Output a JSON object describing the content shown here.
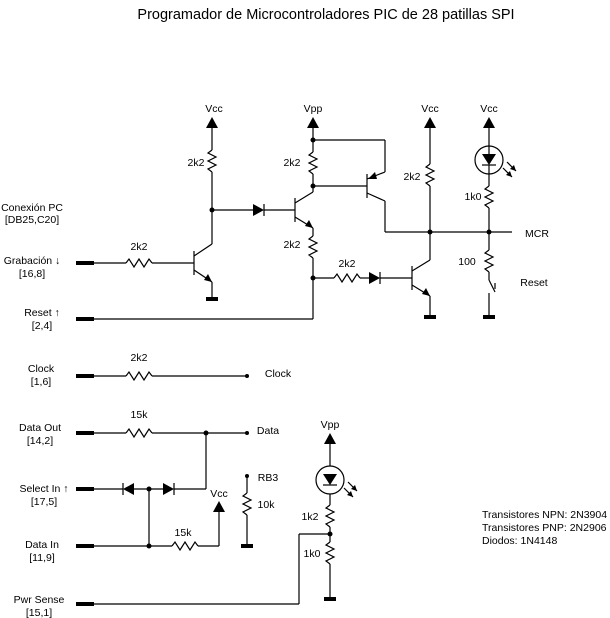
{
  "title": "Programador de Microcontroladores PIC de 28 patillas SPI",
  "supplies": {
    "vcc": "Vcc",
    "vpp": "Vpp"
  },
  "resistors": {
    "r_2k2": "2k2",
    "r_15k": "15k",
    "r_1k0": "1k0",
    "r_1k2": "1k2",
    "r_10k": "10k",
    "r_100": "100"
  },
  "inputs": {
    "header_line1": "Conexión PC",
    "header_line2": "[DB25,C20]",
    "grabacion": "Grabación ↓",
    "grabacion_pins": "[16,8]",
    "reset": "Reset ↑",
    "reset_pins": "[2,4]",
    "clock": "Clock",
    "clock_pins": "[1,6]",
    "data_out": "Data Out",
    "data_out_pins": "[14,2]",
    "select_in": "Select In ↑",
    "select_in_pins": "[17,5]",
    "data_in": "Data In",
    "data_in_pins": "[11,9]",
    "pwr_sense": "Pwr Sense",
    "pwr_sense_pins": "[15,1]"
  },
  "outputs": {
    "mcr": "MCR",
    "reset_btn": "Reset",
    "clock_out": "Clock",
    "data_out": "Data",
    "rb3": "RB3"
  },
  "notes": {
    "npn": "Transistores NPN: 2N3904",
    "pnp": "Transistores PNP: 2N2906",
    "diodes": "Diodos: 1N4148"
  }
}
